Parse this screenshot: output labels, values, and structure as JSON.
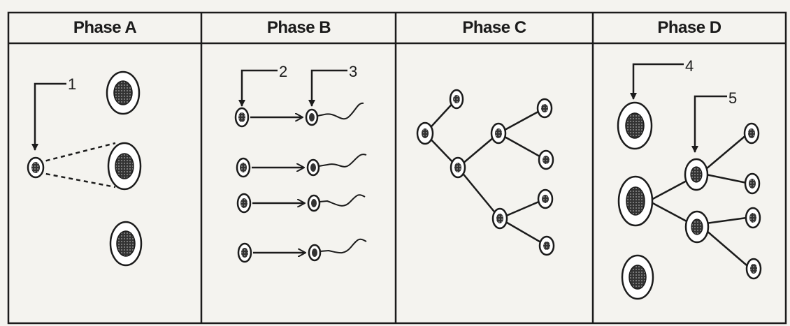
{
  "phases": [
    {
      "title": "Phase A"
    },
    {
      "title": "Phase B"
    },
    {
      "title": "Phase C"
    },
    {
      "title": "Phase D"
    }
  ],
  "labels": {
    "l1": "1",
    "l2": "2",
    "l3": "3",
    "l4": "4",
    "l5": "5"
  }
}
